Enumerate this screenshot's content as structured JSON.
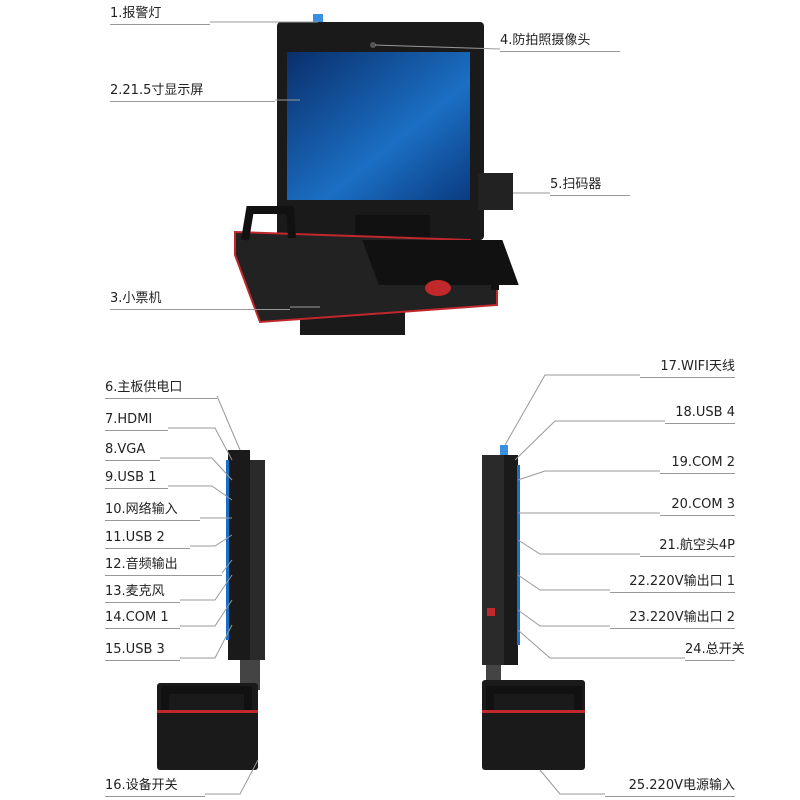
{
  "labels": {
    "l1": "1.报警灯",
    "l2": "2.21.5寸显示屏",
    "l3": "3.小票机",
    "l4": "4.防拍照摄像头",
    "l5": "5.扫码器",
    "l6": "6.主板供电口",
    "l7": "7.HDMI",
    "l8": "8.VGA",
    "l9": "9.USB 1",
    "l10": "10.网络输入",
    "l11": "11.USB 2",
    "l12": "12.音频输出",
    "l13": "13.麦克风",
    "l14": "14.COM 1",
    "l15": "15.USB 3",
    "l16": "16.设备开关",
    "l17": "17.WIFI天线",
    "l18": "18.USB 4",
    "l19": "19.COM 2",
    "l20": "20.COM 3",
    "l21": "21.航空头4P",
    "l22": "22.220V输出口 1",
    "l23": "23.220V输出口 2",
    "l24": "24.总开关",
    "l25": "25.220V电源输入"
  },
  "colors": {
    "body": "#1a1a1a",
    "accent": "#c0282b",
    "screen": "#1b6fc4",
    "alarm": "#3a8fe0"
  }
}
